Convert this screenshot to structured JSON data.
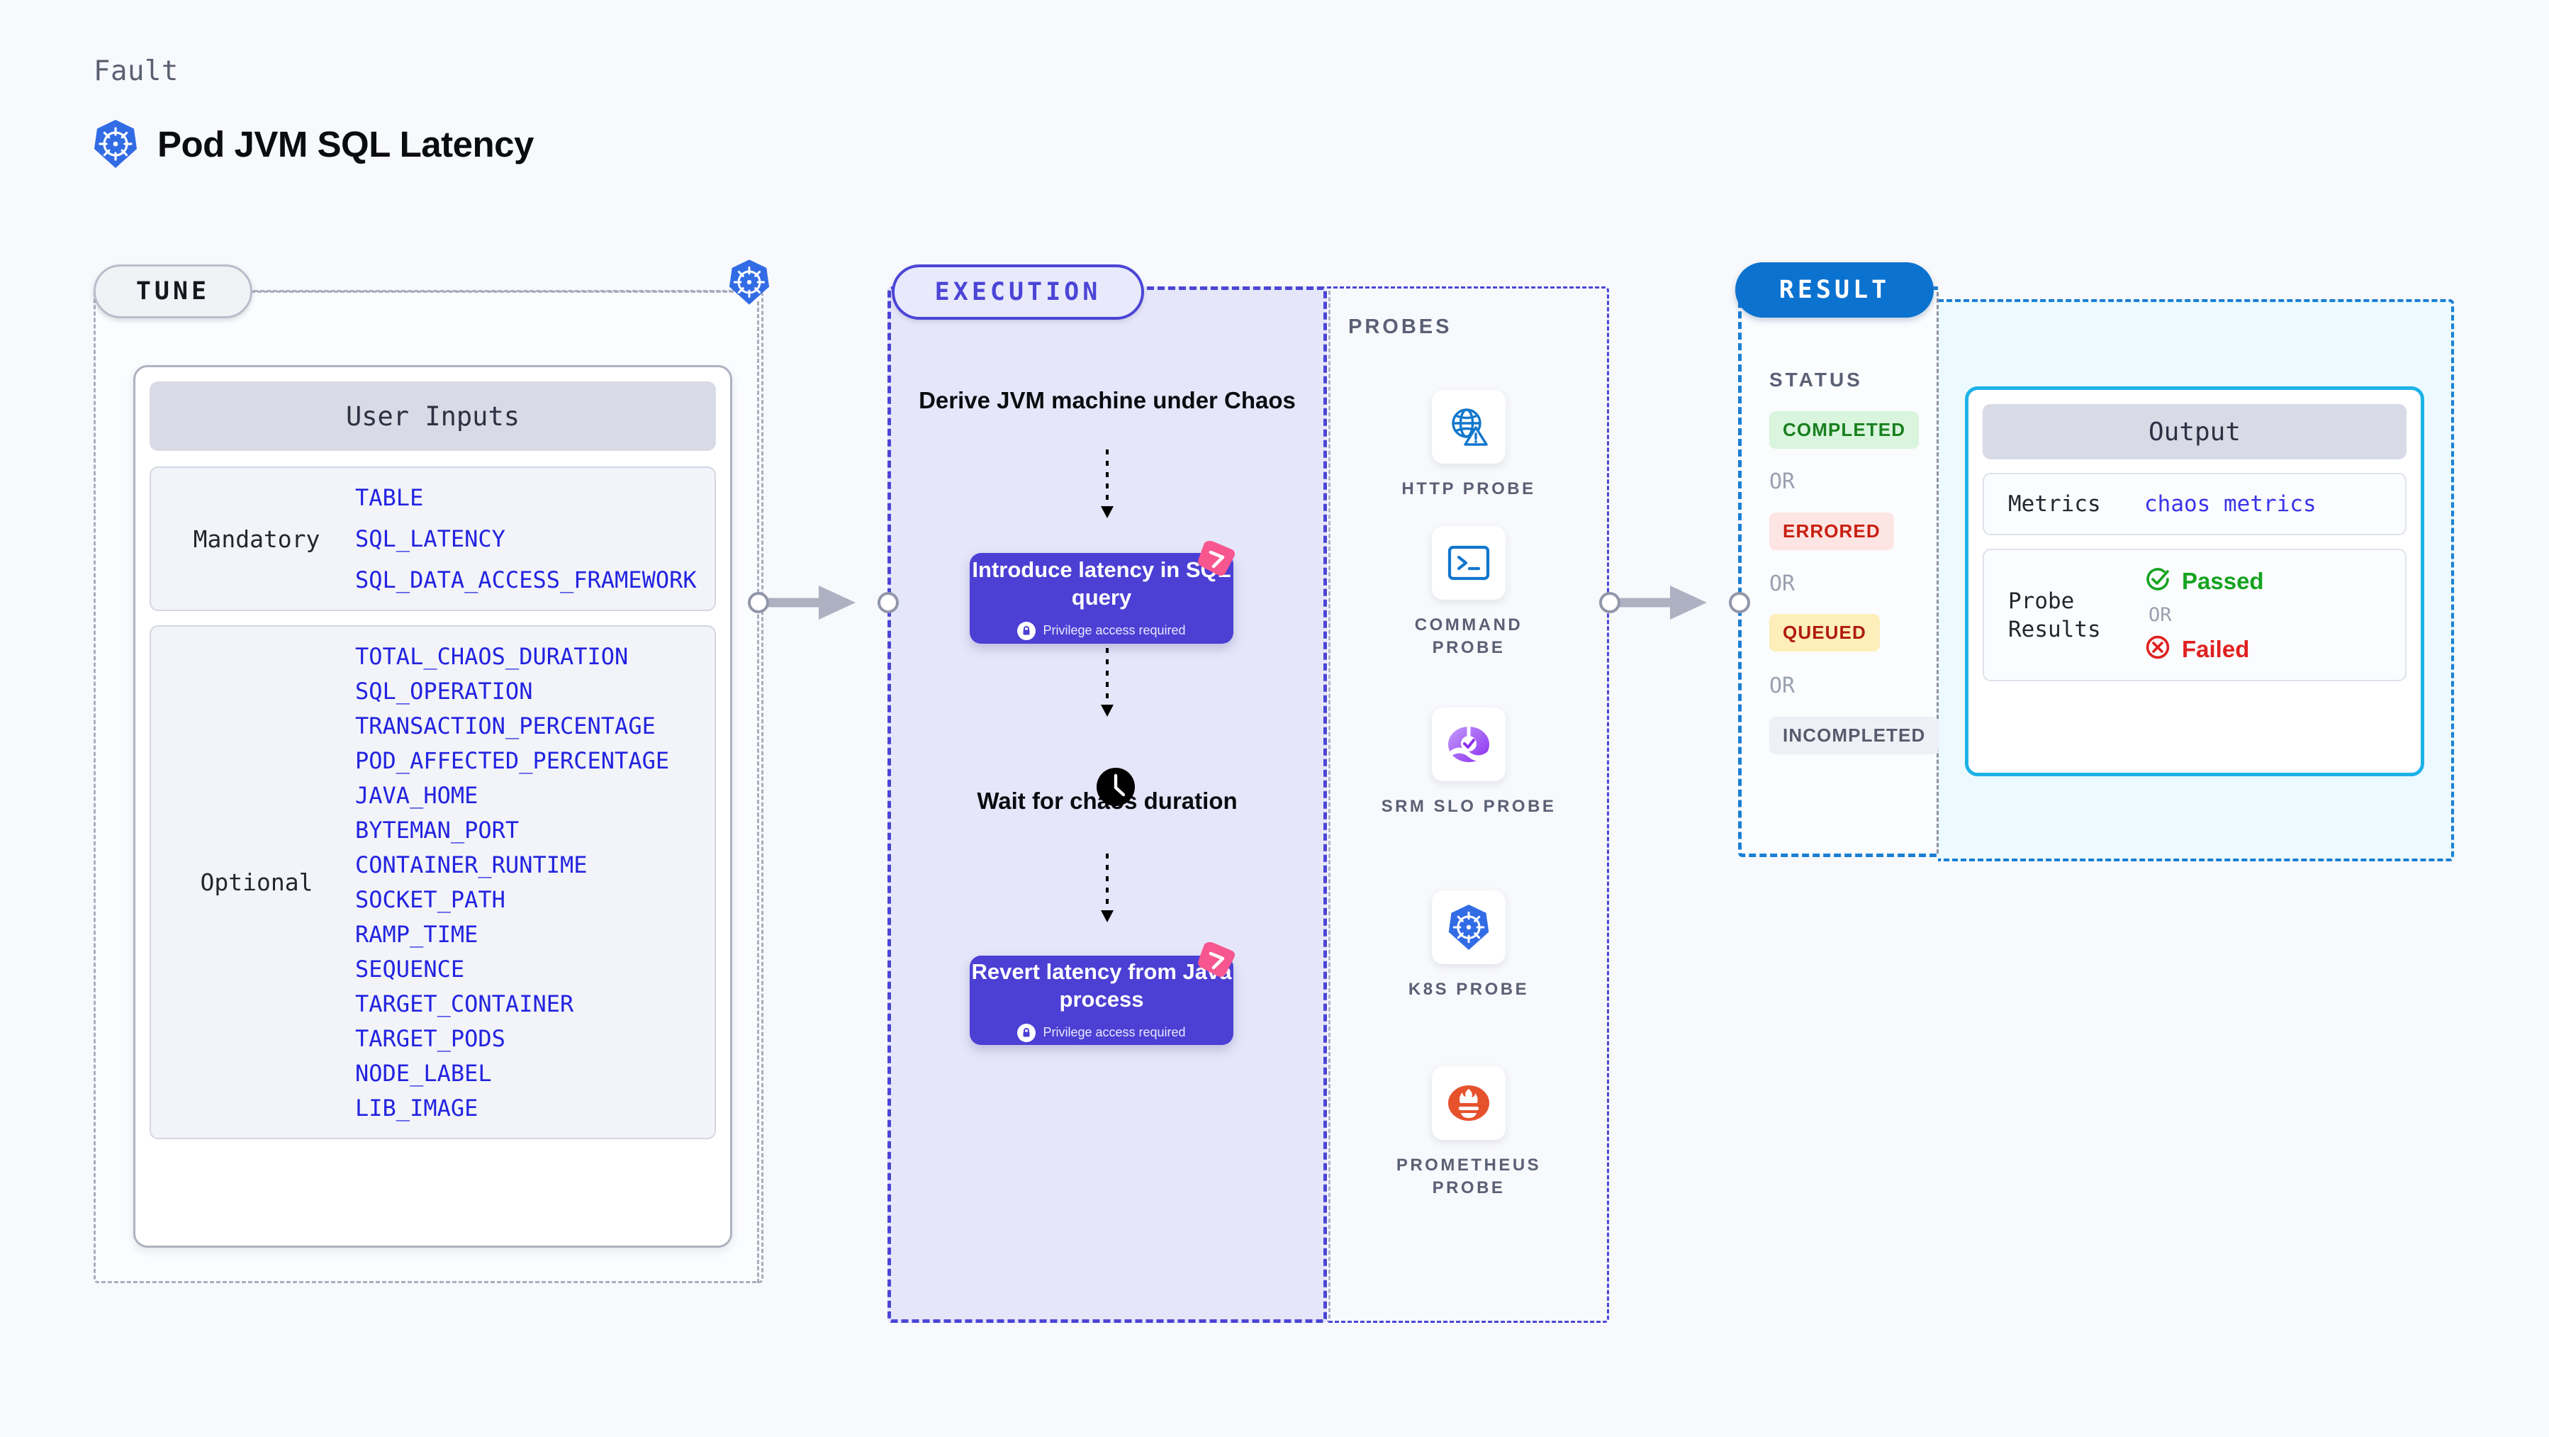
{
  "header": {
    "fault_label": "Fault",
    "title": "Pod JVM SQL Latency",
    "icon": "kubernetes-icon"
  },
  "tune": {
    "pill_label": "TUNE",
    "node_icon": "kubernetes-icon",
    "user_inputs_title": "User Inputs",
    "groups": [
      {
        "label": "Mandatory",
        "params": [
          "TABLE",
          "SQL_LATENCY",
          "SQL_DATA_ACCESS_FRAMEWORK"
        ]
      },
      {
        "label": "Optional",
        "params": [
          "TOTAL_CHAOS_DURATION",
          "SQL_OPERATION",
          "TRANSACTION_PERCENTAGE",
          "POD_AFFECTED_PERCENTAGE",
          "JAVA_HOME",
          "BYTEMAN_PORT",
          "CONTAINER_RUNTIME",
          "SOCKET_PATH",
          "RAMP_TIME",
          "SEQUENCE",
          "TARGET_CONTAINER",
          "TARGET_PODS",
          "NODE_LABEL",
          "LIB_IMAGE"
        ]
      }
    ]
  },
  "execution": {
    "pill_label": "EXECUTION",
    "steps": [
      {
        "type": "heading",
        "text": "Derive JVM machine under Chaos"
      },
      {
        "type": "action",
        "text": "Introduce latency in SQL query",
        "note": "Privilege access required",
        "badge": "litmus-badge-icon"
      },
      {
        "type": "heading",
        "text": "Wait for chaos duration",
        "icon": "clock-icon"
      },
      {
        "type": "action",
        "text": "Revert latency from Java process",
        "note": "Privilege access required",
        "badge": "litmus-badge-icon"
      }
    ]
  },
  "probes": {
    "label": "PROBES",
    "items": [
      {
        "name": "HTTP PROBE",
        "icon": "globe-warning-icon"
      },
      {
        "name": "COMMAND PROBE",
        "icon": "terminal-icon"
      },
      {
        "name": "SRM SLO PROBE",
        "icon": "srm-slo-icon"
      },
      {
        "name": "K8S PROBE",
        "icon": "kubernetes-icon"
      },
      {
        "name": "PROMETHEUS PROBE",
        "icon": "prometheus-icon"
      }
    ]
  },
  "result": {
    "pill_label": "RESULT",
    "status_label": "STATUS",
    "or_label": "OR",
    "statuses": [
      {
        "label": "COMPLETED",
        "color": "#19801f",
        "bg": "#d9f5dd"
      },
      {
        "label": "ERRORED",
        "color": "#c81f10",
        "bg": "#fde5e3"
      },
      {
        "label": "QUEUED",
        "color": "#b01c0d",
        "bg": "#fdeeba"
      },
      {
        "label": "INCOMPLETED",
        "color": "#565b6c",
        "bg": "#eff0f5"
      }
    ],
    "output": {
      "title": "Output",
      "rows": [
        {
          "label": "Metrics",
          "value": "chaos metrics"
        },
        {
          "label": "Probe Results",
          "passed": "Passed",
          "or": "OR",
          "failed": "Failed"
        }
      ]
    }
  },
  "colors": {
    "accent_purple": "#4b3fd4",
    "accent_blue": "#0b72d0",
    "k8s_blue": "#326ce5",
    "param_blue": "#2323e0",
    "litmus_pink": "#f8568f",
    "cyan_border": "#1cb2e8"
  }
}
